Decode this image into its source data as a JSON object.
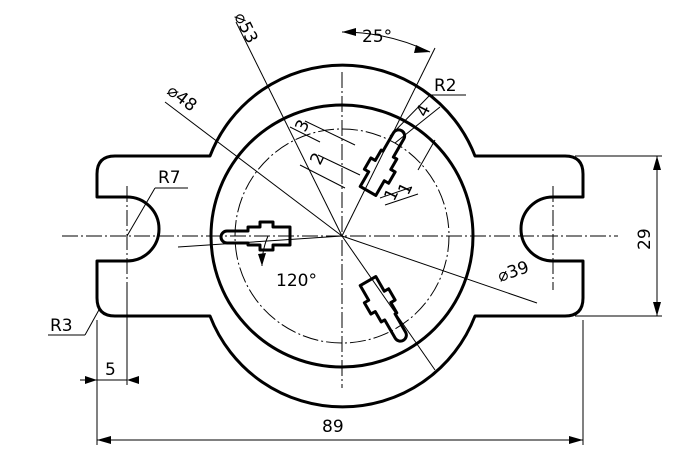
{
  "drawing": {
    "dimensions": {
      "angle_top": "25°",
      "radius_slot_end": "R2",
      "diameter_outer": "⌀53",
      "diameter_inner": "⌀48",
      "diameter_pitch": "⌀39",
      "slot_length_3": "3",
      "slot_width_2": "2",
      "slot_width_4": "4",
      "slot_small_1a": "1",
      "slot_small_1b": "1",
      "radius_notch": "R7",
      "radius_corner": "R3",
      "angle_slots": "120°",
      "offset_left": "5",
      "height_total": "29",
      "width_total": "89"
    }
  }
}
